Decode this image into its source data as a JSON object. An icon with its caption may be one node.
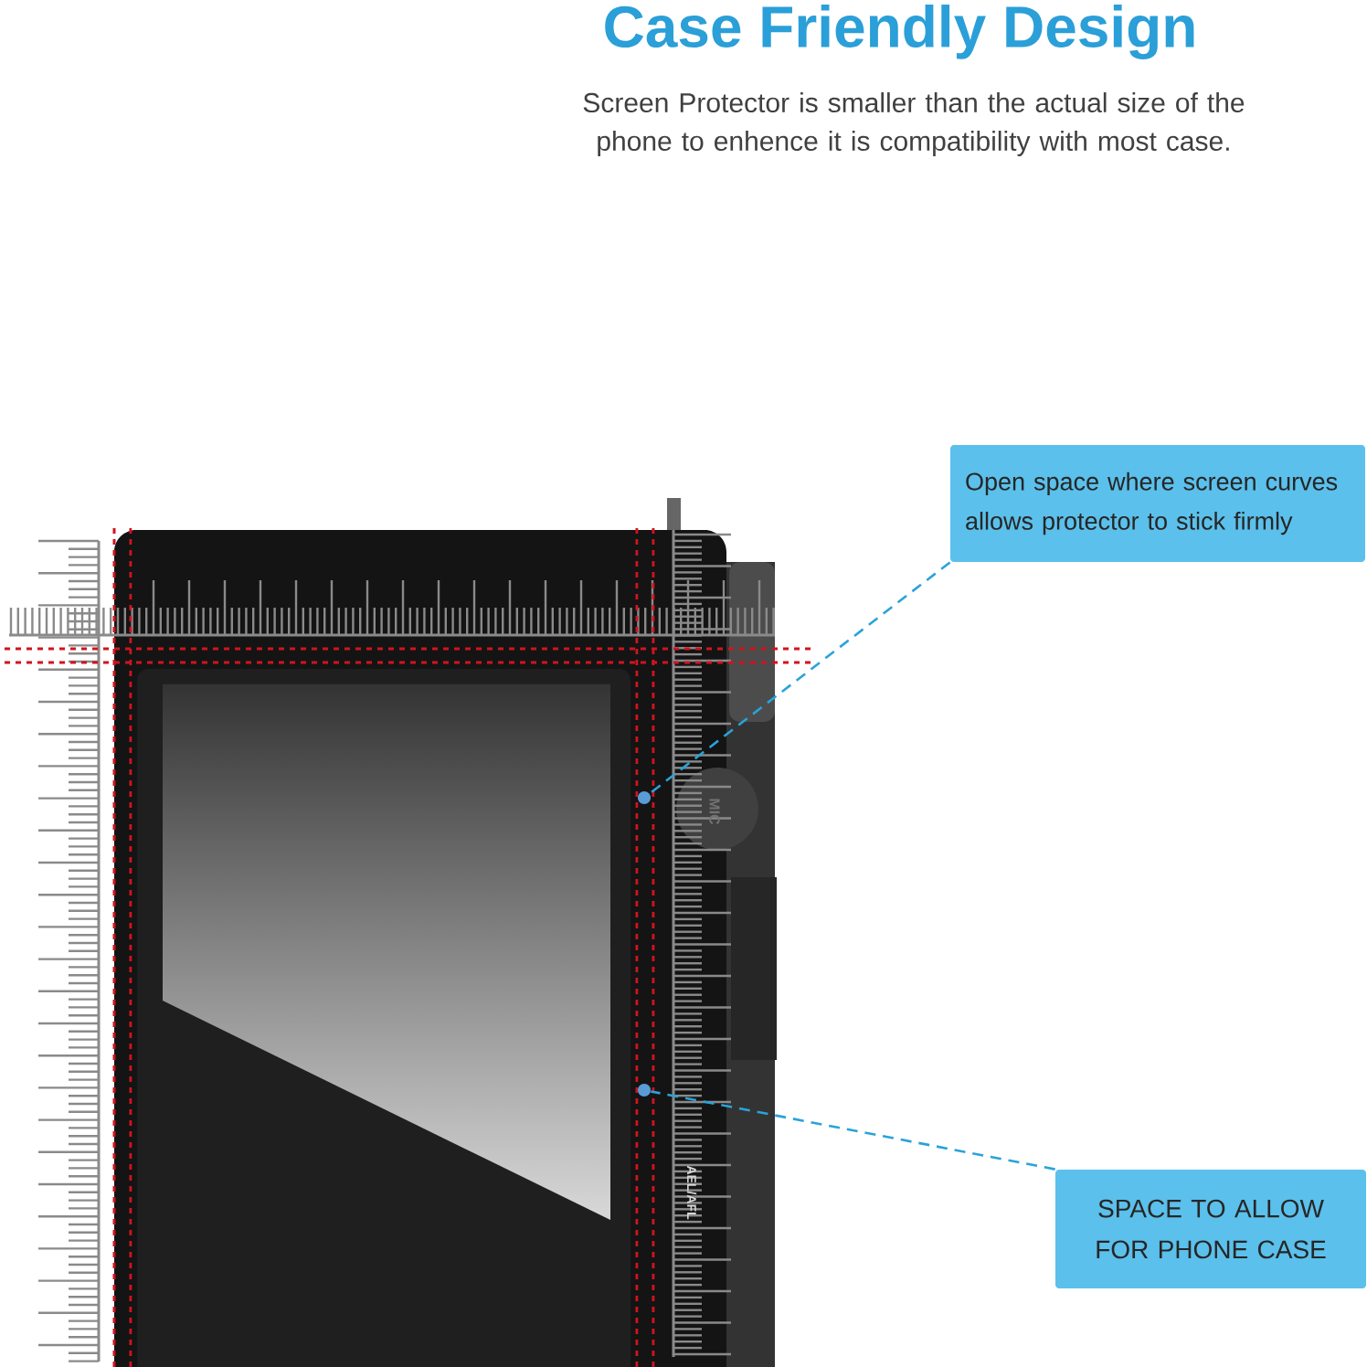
{
  "diagram": {
    "title": "Case Friendly Design",
    "nodes": [
      {
        "text": [
          "Open space where screen curves allows protector to stick firmly"
        ]
      },
      {
        "text": [
          "SPACE TO ALLOW FOR PHONE CASE"
        ]
      },
      {
        "text": [],
        "shape": "circle"
      },
      {
        "text": [],
        "shape": "circle"
      }
    ],
    "edges": [
      {
        "from": 0,
        "to": 2,
        "arrow": "none",
        "style": "dashed"
      },
      {
        "from": 1,
        "to": 3,
        "arrow": "none",
        "style": "dashed"
      }
    ],
    "labels": [
      "Screen Protector is smaller than the actual size of the phone to enhence it is compatibility with most case.",
      "MIC",
      "AEL/AFL"
    ]
  }
}
